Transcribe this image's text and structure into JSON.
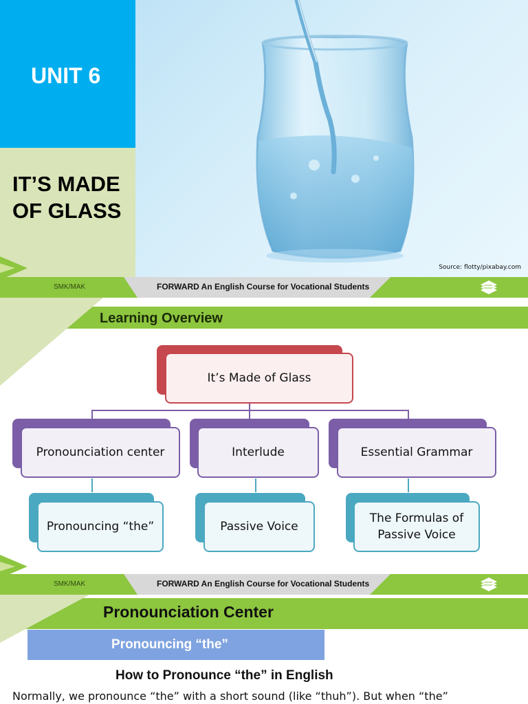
{
  "slide1": {
    "unit": "UNIT 6",
    "title": "IT’S MADE OF GLASS",
    "photo_source": "Source: flotty/pixabay.com"
  },
  "footer": {
    "level": "SMK/MAK",
    "course": "FORWARD An English Course for Vocational Students"
  },
  "overview": {
    "heading": "Learning Overview",
    "root": "It’s Made of Glass",
    "branches": [
      {
        "label": "Pronounciation center",
        "child": "Pronouncing “the”"
      },
      {
        "label": "Interlude",
        "child": "Passive Voice"
      },
      {
        "label": "Essential Grammar",
        "child": "The Formulas of Passive Voice"
      }
    ]
  },
  "pronunciation": {
    "heading": "Pronounciation Center",
    "subheading": "Pronouncing “the”",
    "lesson_title": "How to Pronounce “the” in English",
    "body": "Normally, we pronounce “the” with a short sound (like “thuh”). But when “the”"
  },
  "colors": {
    "cyan": "#00aeef",
    "green": "#8dc63f",
    "pale_green": "#d9e4b8",
    "red": "#c6474e",
    "purple": "#7b5ea7",
    "teal": "#4aa8c0",
    "blue_bar": "#7fa3e0"
  },
  "icons": {
    "footer_logo": "book-stack-icon"
  }
}
